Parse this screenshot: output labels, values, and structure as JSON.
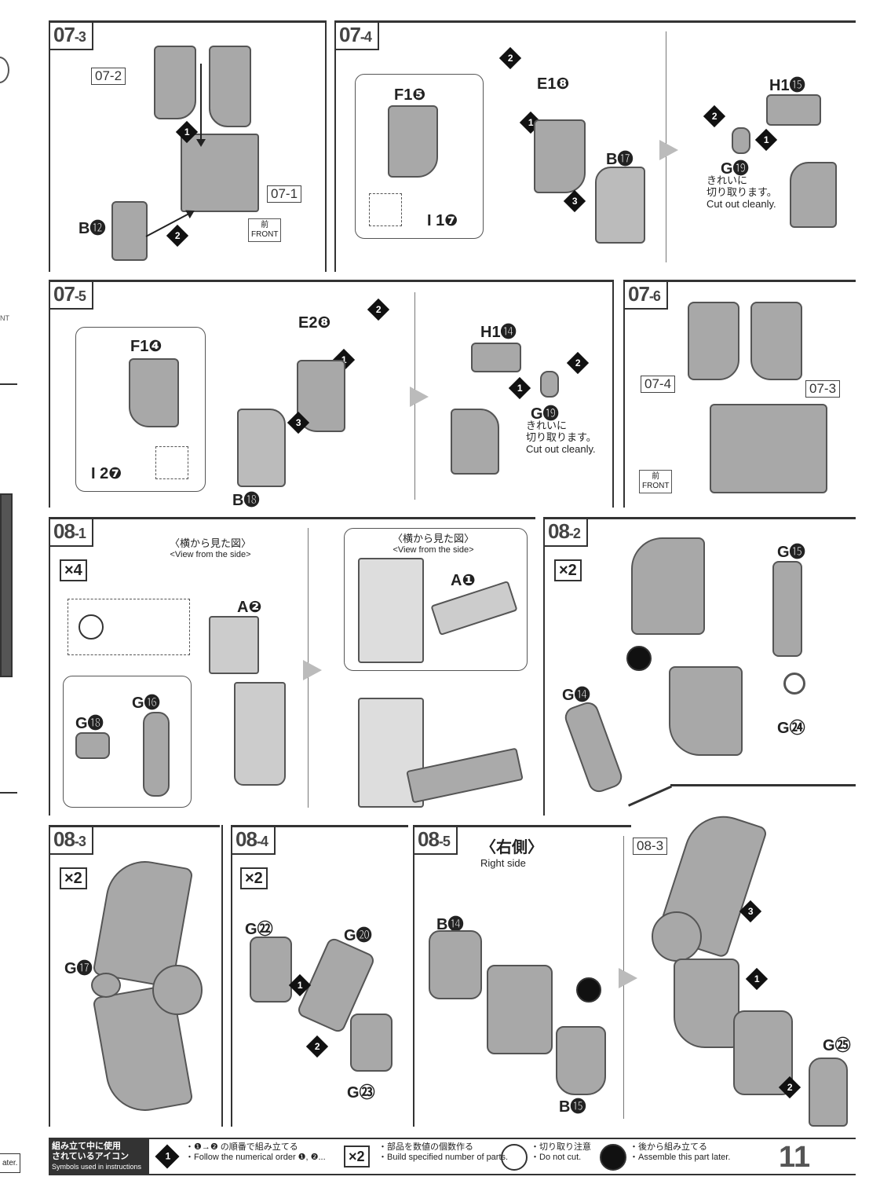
{
  "steps": {
    "s07_3": {
      "tag_main": "07",
      "tag_sub": "-3",
      "ref_a": "07-2",
      "ref_b": "07-1",
      "part_b": "B",
      "part_b_num": "⓬",
      "front_jp": "前",
      "front_en": "FRONT"
    },
    "s07_4": {
      "tag_main": "07",
      "tag_sub": "-4",
      "f": "F1",
      "f_num": "❺",
      "e": "E1",
      "e_num": "❽",
      "b": "B",
      "b_num": "⓱",
      "i": "I 1",
      "i_num": "❼",
      "h": "H1",
      "h_num": "⓯",
      "g": "G",
      "g_num": "⓳",
      "note_jp1": "きれいに",
      "note_jp2": "切り取ります。",
      "note_en": "Cut out cleanly."
    },
    "s07_5": {
      "tag_main": "07",
      "tag_sub": "-5",
      "f": "F1",
      "f_num": "❹",
      "e": "E2",
      "e_num": "❽",
      "b": "B",
      "b_num": "⓲",
      "i": "I 2",
      "i_num": "❼",
      "h": "H1",
      "h_num": "⓮",
      "g": "G",
      "g_num": "⓳",
      "note_jp1": "きれいに",
      "note_jp2": "切り取ります。",
      "note_en": "Cut out cleanly."
    },
    "s07_6": {
      "tag_main": "07",
      "tag_sub": "-6",
      "ref_a": "07-4",
      "ref_b": "07-3",
      "front_jp": "前",
      "front_en": "FRONT"
    },
    "s08_1": {
      "tag_main": "08",
      "tag_sub": "-1",
      "mult": "×4",
      "view_jp": "〈横から見た図〉",
      "view_en": "<View from the side>",
      "a2": "A",
      "a2_num": "❷",
      "a1": "A",
      "a1_num": "❶",
      "g16": "G",
      "g16_num": "⓰",
      "g18": "G",
      "g18_num": "⓲"
    },
    "s08_2": {
      "tag_main": "08",
      "tag_sub": "-2",
      "mult": "×2",
      "g15": "G",
      "g15_num": "⓯",
      "g14": "G",
      "g14_num": "⓮",
      "g24": "G",
      "g24_num": "㉔"
    },
    "s08_3": {
      "tag_main": "08",
      "tag_sub": "-3",
      "mult": "×2",
      "g17": "G",
      "g17_num": "⓱"
    },
    "s08_4": {
      "tag_main": "08",
      "tag_sub": "-4",
      "mult": "×2",
      "g22": "G",
      "g22_num": "㉒",
      "g20": "G",
      "g20_num": "⓴",
      "g23": "G",
      "g23_num": "㉓"
    },
    "s08_5": {
      "tag_main": "08",
      "tag_sub": "-5",
      "side_jp": "〈右側〉",
      "side_en": "Right side",
      "b14": "B",
      "b14_num": "⓮",
      "b15": "B",
      "b15_num": "⓯",
      "ref": "08-3",
      "g25": "G",
      "g25_num": "㉕"
    }
  },
  "legend": {
    "head_jp1": "組み立て中に使用",
    "head_jp2": "されているアイコン",
    "head_en": "Symbols used in instructions",
    "order_jp": "・❶→❷ の順番で組み立てる",
    "order_en": "・Follow the numerical order ❶, ❷...",
    "mult_icon": "×2",
    "mult_jp": "・部品を数値の個数作る",
    "mult_en": "・Build specified number of parts.",
    "cut_jp": "・切り取り注意",
    "cut_en": "・Do not cut.",
    "later_jp": "・後から組み立てる",
    "later_en": "・Assemble this part later."
  },
  "page_number": "11",
  "left_edge_text": "ater.",
  "left_edge_front": "NT"
}
